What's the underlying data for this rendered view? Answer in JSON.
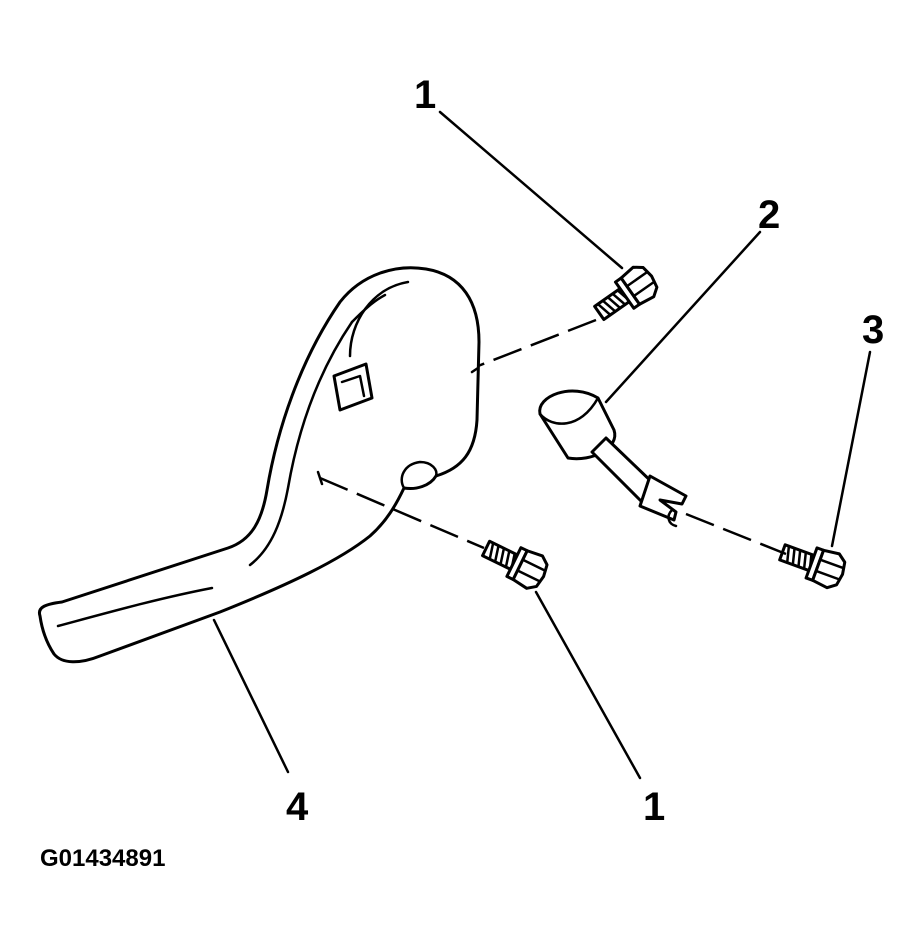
{
  "figure": {
    "code": "G01434891"
  },
  "callouts": {
    "top_bolt": "1",
    "adjuster": "2",
    "adjuster_bolt": "3",
    "lever": "4",
    "bottom_bolt": "1"
  },
  "colors": {
    "ink": "#000000",
    "paper": "#ffffff"
  }
}
